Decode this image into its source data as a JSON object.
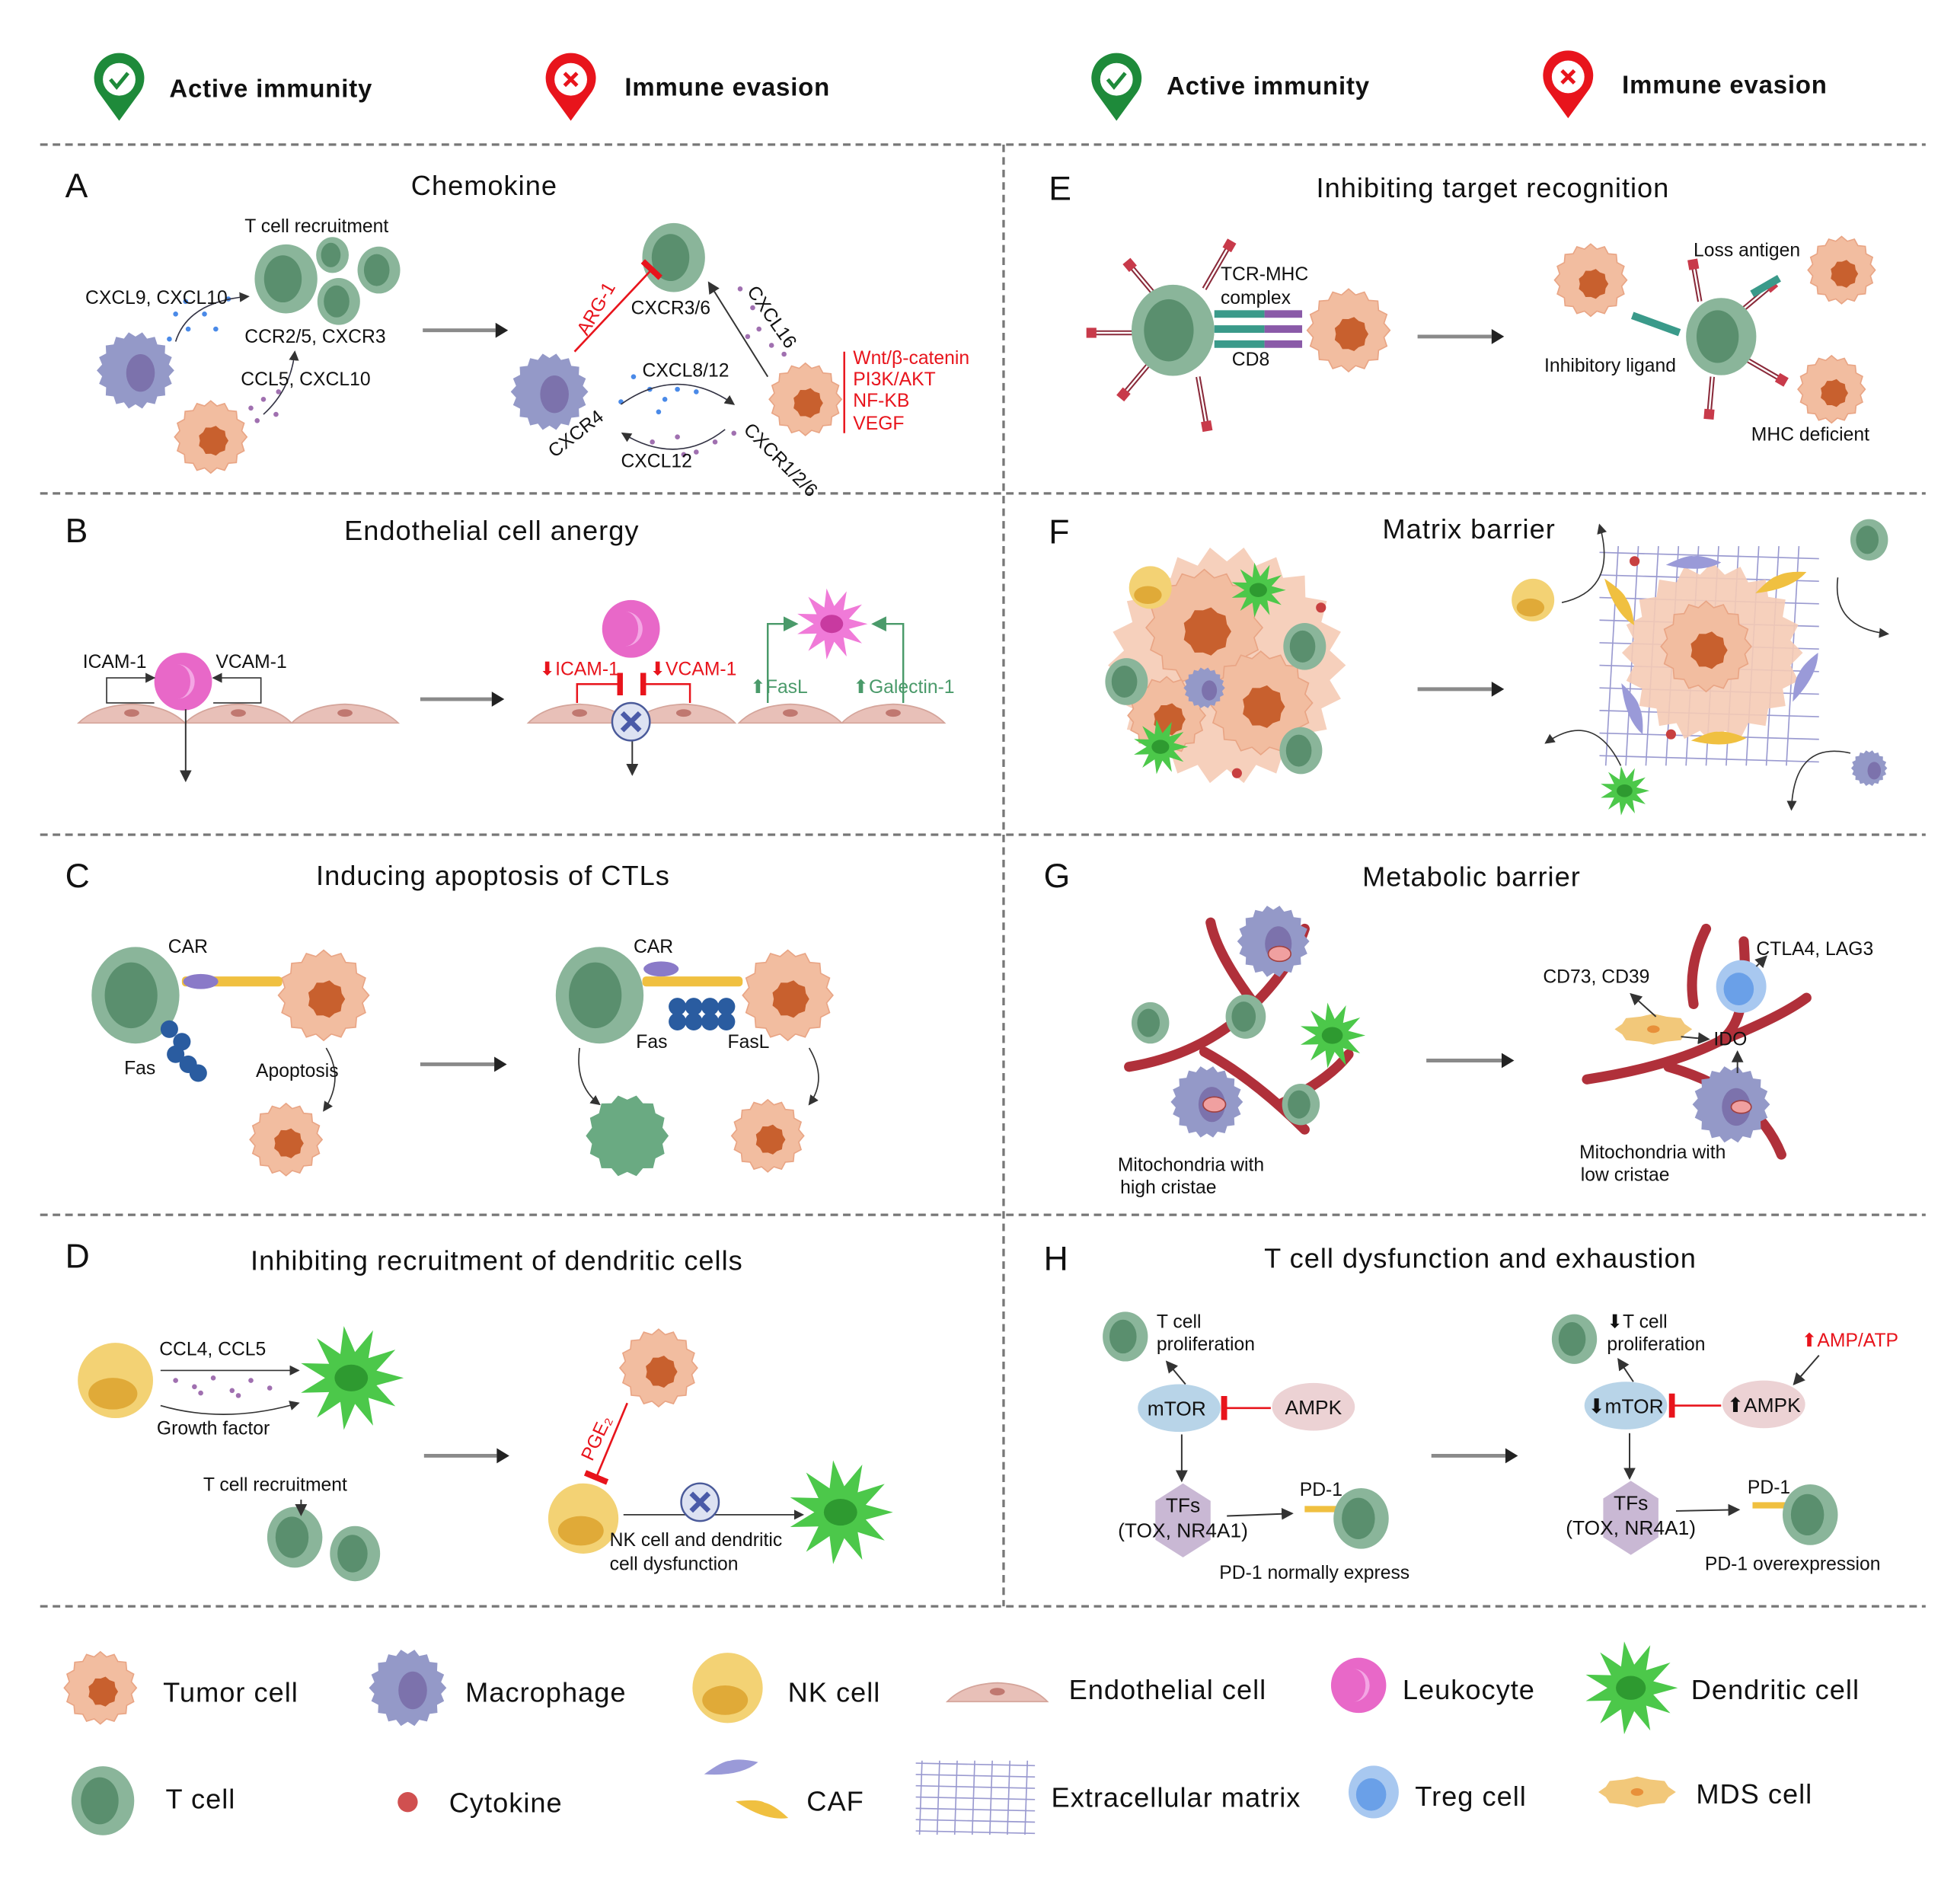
{
  "header": {
    "left": [
      {
        "icon": "check-pin-icon",
        "label": "Active immunity",
        "color": "#1e8a3a"
      },
      {
        "icon": "x-pin-icon",
        "label": "Immune evasion",
        "color": "#e8141c"
      }
    ],
    "right": [
      {
        "icon": "check-pin-icon",
        "label": "Active immunity",
        "color": "#1e8a3a"
      },
      {
        "icon": "x-pin-icon",
        "label": "Immune evasion",
        "color": "#e8141c"
      }
    ]
  },
  "panels": {
    "A": {
      "letter": "A",
      "title": "Chemokine",
      "labels": [
        "T cell recruitment",
        "CXCL9, CXCL10",
        "CCR2/5, CXCR3",
        "CCL5, CXCL10",
        "CXCR3/6",
        "ARG-1",
        "CXCL16",
        "CXCL8/12",
        "CXCR4",
        "CXCL12",
        "CXCR1/2/6"
      ],
      "pathways": [
        "Wnt/β-catenin",
        "PI3K/AKT",
        "NF-KB",
        "VEGF"
      ]
    },
    "B": {
      "letter": "B",
      "title": "Endothelial cell anergy",
      "labels": [
        "ICAM-1",
        "VCAM-1",
        "⬇ICAM-1",
        "⬇VCAM-1",
        "⬆FasL",
        "⬆Galectin-1"
      ]
    },
    "C": {
      "letter": "C",
      "title": "Inducing apoptosis of CTLs",
      "labels": [
        "CAR",
        "Fas",
        "Apoptosis",
        "CAR",
        "Fas",
        "FasL"
      ]
    },
    "D": {
      "letter": "D",
      "title": "Inhibiting recruitment of dendritic cells",
      "labels": [
        "CCL4, CCL5",
        "Growth factor",
        "T cell recruitment",
        "PGE₂",
        "NK cell and dendritic",
        "cell dysfunction"
      ]
    },
    "E": {
      "letter": "E",
      "title": "Inhibiting target recognition",
      "labels": [
        "TCR-MHC",
        "complex",
        "CD8",
        "Loss antigen",
        "Inhibitory ligand",
        "MHC deficient"
      ]
    },
    "F": {
      "letter": "F",
      "title": "Matrix barrier"
    },
    "G": {
      "letter": "G",
      "title": "Metabolic barrier",
      "labels": [
        "Mitochondria with",
        "high cristae",
        "CD73, CD39",
        "CTLA4, LAG3",
        "IDO",
        "Mitochondria with",
        "low cristae"
      ]
    },
    "H": {
      "letter": "H",
      "title": "T cell dysfunction and exhaustion",
      "left": {
        "prolif1": "T cell",
        "prolif2": "proliferation",
        "mtor": "mTOR",
        "ampk": "AMPK",
        "tfs": "TFs",
        "tfs2": "(TOX, NR4A1)",
        "pd1": "PD-1",
        "caption": "PD-1 normally express"
      },
      "right": {
        "prolif1": "⬇T cell",
        "prolif2": "proliferation",
        "ampatp": "⬆AMP/ATP",
        "mtor": "⬇mTOR",
        "ampk": "⬆AMPK",
        "tfs": "TFs",
        "tfs2": "(TOX, NR4A1)",
        "pd1": "PD-1",
        "caption": "PD-1 overexpression"
      }
    }
  },
  "legend": [
    {
      "icon": "tumor-cell-icon",
      "label": "Tumor cell"
    },
    {
      "icon": "macrophage-icon",
      "label": "Macrophage"
    },
    {
      "icon": "nk-cell-icon",
      "label": "NK cell"
    },
    {
      "icon": "endothelial-cell-icon",
      "label": "Endothelial cell"
    },
    {
      "icon": "leukocyte-icon",
      "label": "Leukocyte"
    },
    {
      "icon": "dendritic-cell-icon",
      "label": "Dendritic cell"
    },
    {
      "icon": "t-cell-icon",
      "label": "T cell"
    },
    {
      "icon": "cytokine-icon",
      "label": "Cytokine"
    },
    {
      "icon": "caf-icon",
      "label": "CAF"
    },
    {
      "icon": "extracellular-matrix-icon",
      "label": "Extracellular matrix"
    },
    {
      "icon": "treg-cell-icon",
      "label": "Treg cell"
    },
    {
      "icon": "mds-cell-icon",
      "label": "MDS cell"
    }
  ],
  "colors": {
    "tcell": "#8ab59a",
    "tumor": "#f2bda0",
    "macrophage": "#9499c8",
    "nk": "#f3d274",
    "dendritic": "#4cc84a",
    "leukocyte": "#e868c8",
    "endothelial": "#e8c0b8",
    "inhibition": "#e8141c",
    "divider": "#777777"
  }
}
